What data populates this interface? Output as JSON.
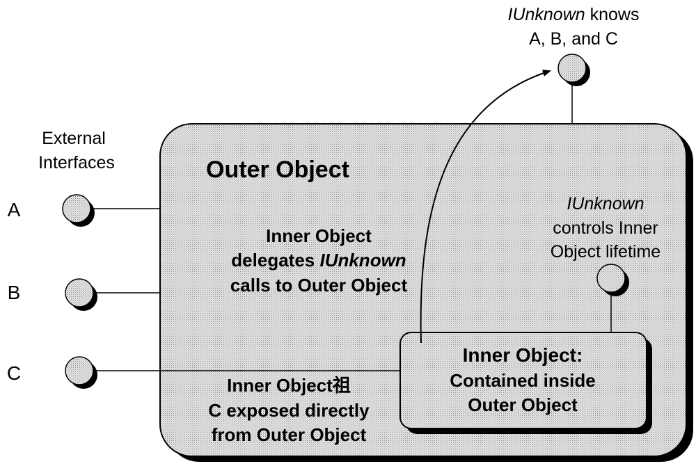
{
  "labels": {
    "external_interfaces": [
      "External",
      "Interfaces"
    ],
    "interface_a": "A",
    "interface_b": "B",
    "interface_c": "C",
    "outer_object_title": "Outer Object",
    "iunknown_knows": {
      "line1_italic": "IUnknown",
      "line1_rest": " knows",
      "line2": "A, B, and C"
    },
    "iunknown_controls": {
      "line1_italic": "IUnknown",
      "line2": "controls Inner",
      "line3": "Object lifetime"
    },
    "delegates": {
      "line1": "Inner Object",
      "line2_pre": "delegates ",
      "line2_italic": "IUnknown",
      "line3": "calls to Outer Object"
    },
    "exposed": {
      "line1": "Inner Object祖",
      "line2": "C exposed directly",
      "line3": "from Outer Object"
    },
    "inner_object": {
      "line1": "Inner Object:",
      "line2": "Contained inside",
      "line3": "Outer Object"
    }
  },
  "colors": {
    "fill": "#d4d4d4",
    "shadow": "#000000",
    "stroke": "#000000"
  }
}
